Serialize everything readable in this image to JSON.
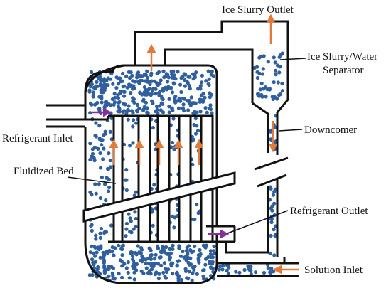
{
  "labels": {
    "ice_slurry_outlet": "Ice Slurry Outlet",
    "separator_line1": "Ice Slurry/Water",
    "separator_line2": "Separator",
    "refrigerant_inlet": "Refrigerant Inlet",
    "downcomer": "Downcomer",
    "fluidized_bed": "Fluidized Bed",
    "refrigerant_outlet": "Refrigerant Outlet",
    "solution_inlet": "Solution Inlet"
  },
  "colors": {
    "outline": "#111111",
    "particles": "#2f5f9e",
    "flow_arrow": "#e07b39",
    "refrigerant_arrow": "#8a2f9a"
  }
}
